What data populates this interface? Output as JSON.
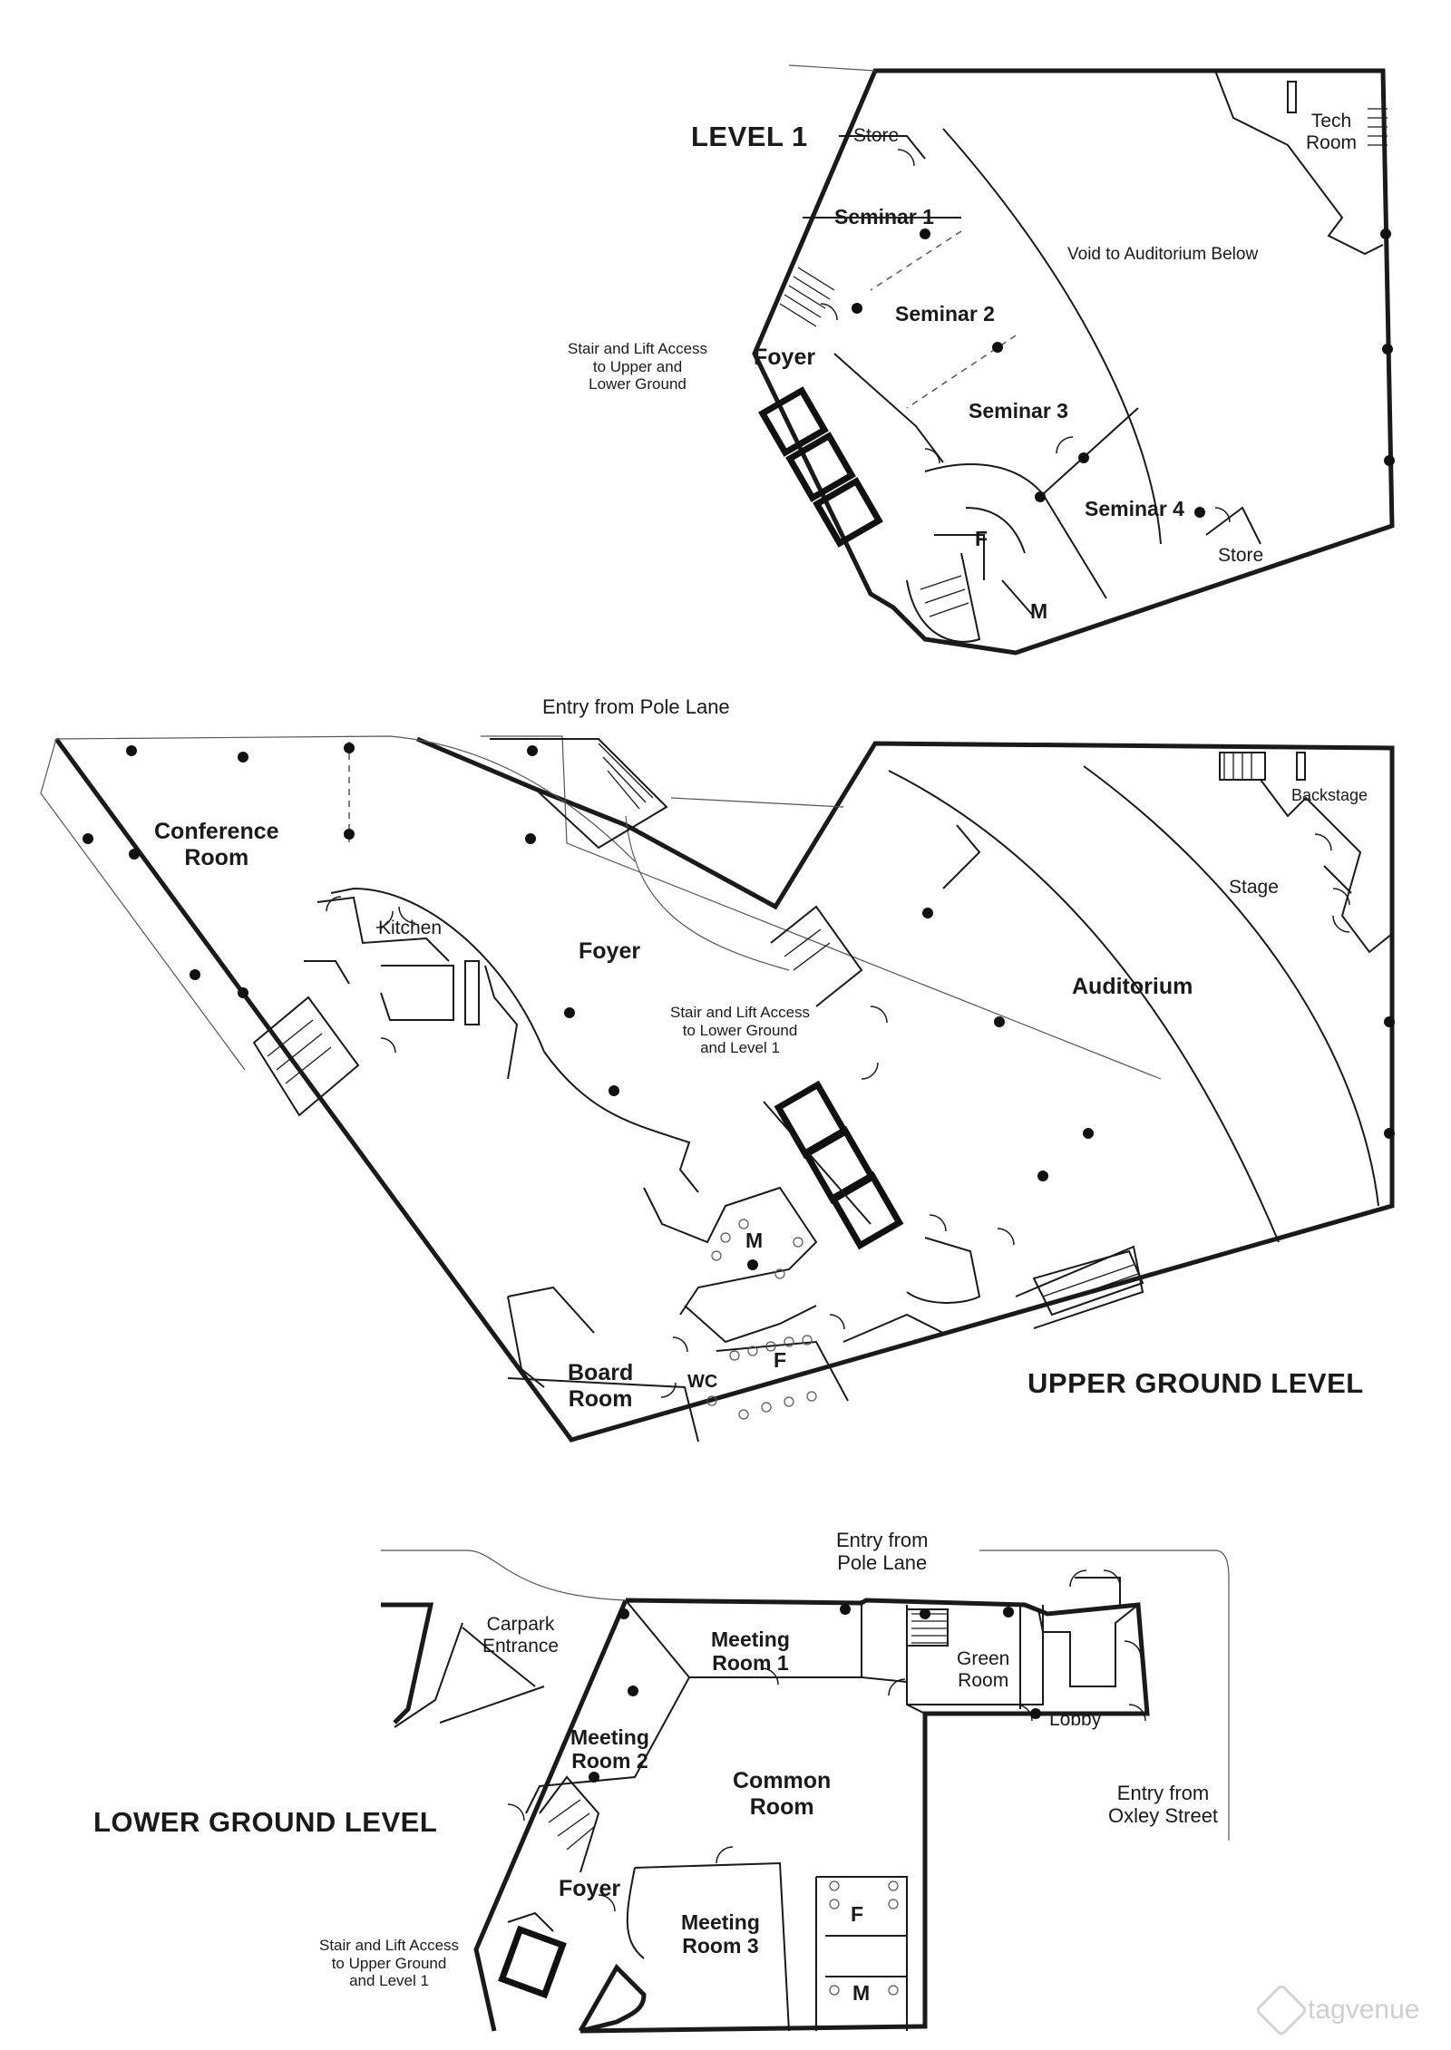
{
  "levels": {
    "level1": {
      "title": "LEVEL 1",
      "rooms": {
        "store_top": "Store",
        "tech_room": "Tech\nRoom",
        "seminar1": "Seminar 1",
        "seminar2": "Seminar 2",
        "seminar3": "Seminar 3",
        "seminar4": "Seminar 4",
        "void": "Void to Auditorium Below",
        "foyer": "Foyer",
        "female": "F",
        "male": "M",
        "store_bottom": "Store"
      },
      "stair_note": "Stair and Lift Access\nto Upper and\nLower Ground"
    },
    "upper_ground": {
      "title": "UPPER GROUND LEVEL",
      "entry": "Entry from Pole Lane",
      "rooms": {
        "conference": "Conference\nRoom",
        "kitchen": "Kitchen",
        "foyer": "Foyer",
        "auditorium": "Auditorium",
        "stage": "Stage",
        "backstage": "Backstage",
        "male": "M",
        "female": "F",
        "wc": "WC",
        "board": "Board\nRoom"
      },
      "stair_note": "Stair and Lift Access\nto Lower Ground\nand Level 1"
    },
    "lower_ground": {
      "title": "LOWER GROUND LEVEL",
      "entry_pole": "Entry from\nPole Lane",
      "entry_oxley": "Entry from\nOxley Street",
      "carpark": "Carpark\nEntrance",
      "rooms": {
        "meeting1": "Meeting\nRoom 1",
        "meeting2": "Meeting\nRoom 2",
        "meeting3": "Meeting\nRoom 3",
        "common": "Common\nRoom",
        "green": "Green\nRoom",
        "lobby": "Lobby",
        "foyer": "Foyer",
        "female": "F",
        "male": "M"
      },
      "stair_note": "Stair and Lift Access\nto Upper Ground\nand Level 1"
    }
  },
  "watermark": "tagvenue"
}
